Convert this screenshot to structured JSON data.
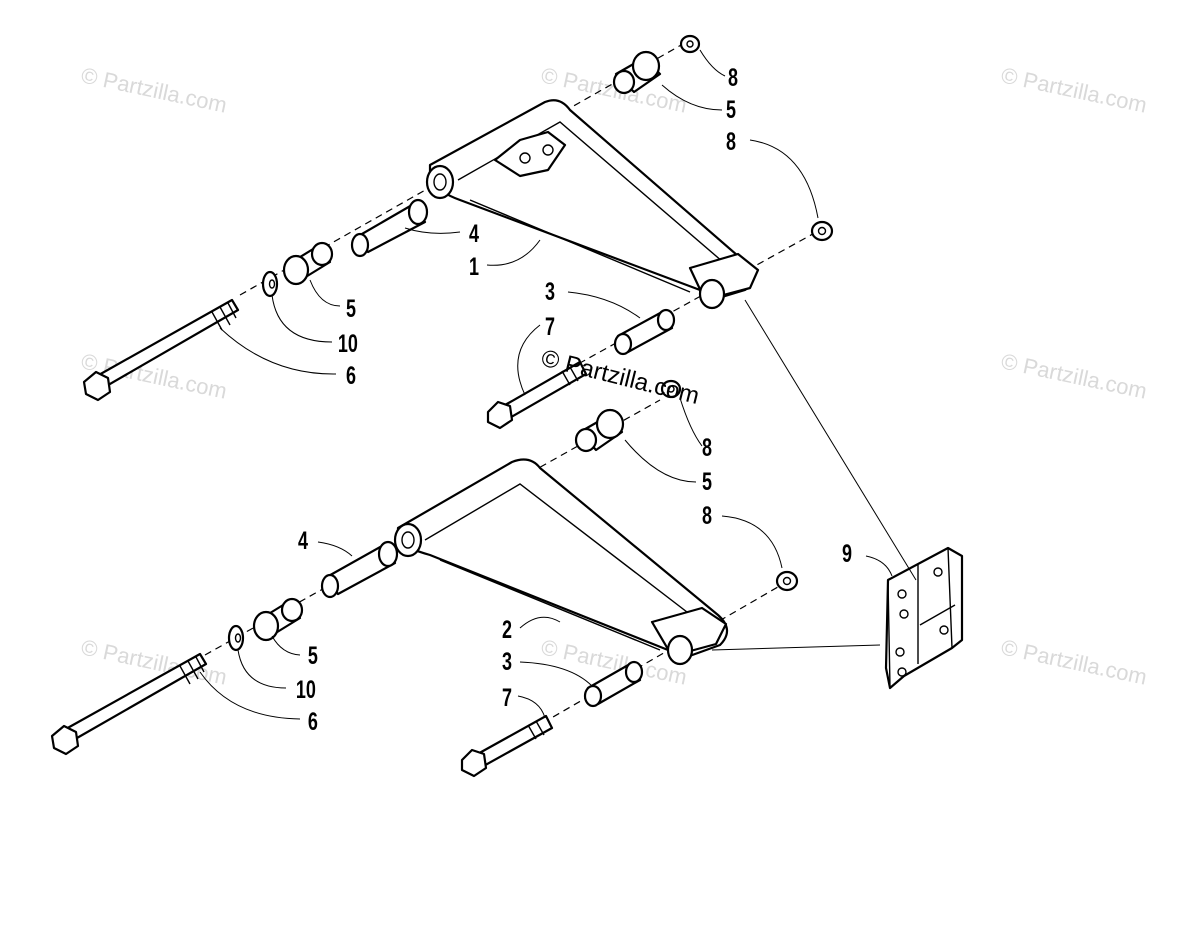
{
  "watermark": {
    "text": "© Partzilla.com",
    "center_text": "© Partzilla.com"
  },
  "callouts": [
    {
      "label": "8"
    },
    {
      "label": "5"
    },
    {
      "label": "8"
    },
    {
      "label": "4"
    },
    {
      "label": "1"
    },
    {
      "label": "3"
    },
    {
      "label": "7"
    },
    {
      "label": "5"
    },
    {
      "label": "10"
    },
    {
      "label": "6"
    },
    {
      "label": "8"
    },
    {
      "label": "5"
    },
    {
      "label": "8"
    },
    {
      "label": "4"
    },
    {
      "label": "9"
    },
    {
      "label": "2"
    },
    {
      "label": "3"
    },
    {
      "label": "7"
    },
    {
      "label": "5"
    },
    {
      "label": "10"
    },
    {
      "label": "6"
    }
  ]
}
